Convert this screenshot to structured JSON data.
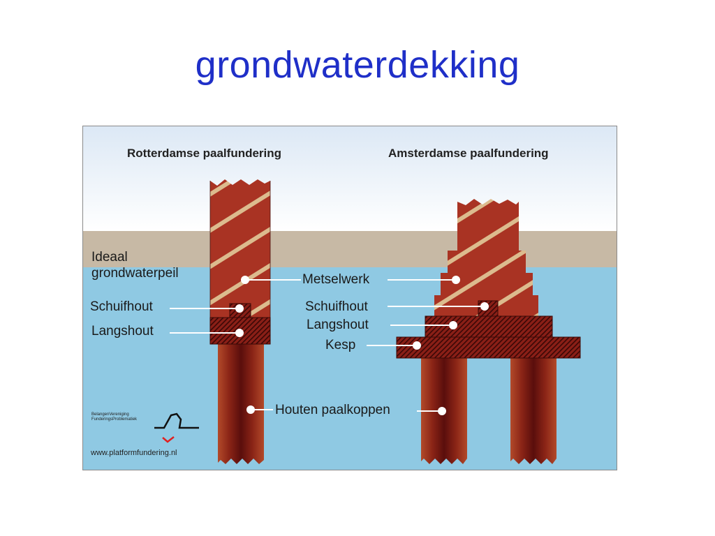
{
  "slide": {
    "title": "grondwaterdekking"
  },
  "diagram": {
    "left_heading": "Rotterdamse paalfundering",
    "right_heading": "Amsterdamse paalfundering",
    "water_level_line1": "Ideaal",
    "water_level_line2": "grondwaterpeil",
    "left_labels": {
      "schuifhout": "Schuifhout",
      "langshout": "Langshout"
    },
    "center_labels": {
      "metselwerk": "Metselwerk",
      "schuifhout": "Schuifhout",
      "langshout": "Langshout",
      "kesp": "Kesp",
      "houten_paalkoppen": "Houten paalkoppen"
    },
    "logo": {
      "line1": "BelangenVereniging",
      "line2": "FunderingsProblematiek"
    },
    "url": "www.platformfundering.nl",
    "colors": {
      "sky": "#eef4fb",
      "soil": "#c7b9a5",
      "water": "#8fc9e3",
      "brick": "#a93323",
      "mortar": "#d8b88c",
      "timber": "#7a1a14",
      "pile": "#6b1712"
    }
  }
}
